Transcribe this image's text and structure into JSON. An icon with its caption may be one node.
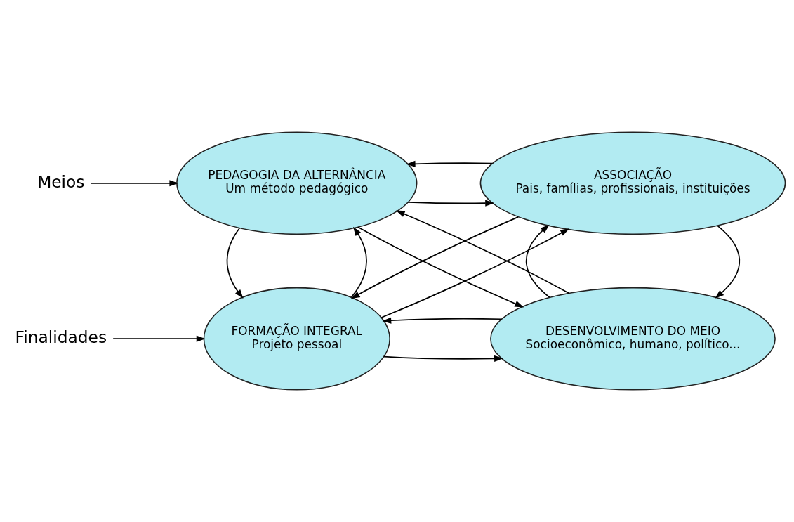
{
  "diagram": {
    "nodes": [
      {
        "text": [
          "Finalidades"
        ]
      },
      {
        "text": [
          "FORMAÇÃO INTEGRAL",
          "Projeto pessoal"
        ]
      },
      {
        "text": [
          "DESENVOLVIMENTO DO MEIO",
          "Socioeconômico, humano, político..."
        ]
      },
      {
        "text": [
          "Meios"
        ]
      },
      {
        "text": [
          "PEDAGOGIA DA ALTERNÂNCIA",
          "Um método pedagógico"
        ]
      },
      {
        "text": [
          "ASSOCIAÇÃO",
          "Pais, famílias, profissionais, instituições"
        ]
      }
    ],
    "edges": [
      {
        "from": 0,
        "to": 1,
        "arrow": "to"
      },
      {
        "from": 1,
        "to": 2,
        "arrow": "to"
      },
      {
        "from": 2,
        "to": 1,
        "arrow": "to"
      },
      {
        "from": 1,
        "to": 4,
        "arrow": "to"
      },
      {
        "from": 4,
        "to": 1,
        "arrow": "to"
      },
      {
        "from": 1,
        "to": 5,
        "arrow": "to"
      },
      {
        "from": 5,
        "to": 1,
        "arrow": "to"
      },
      {
        "from": 4,
        "to": 2,
        "arrow": "to"
      },
      {
        "from": 2,
        "to": 4,
        "arrow": "to"
      },
      {
        "from": 5,
        "to": 2,
        "arrow": "to"
      },
      {
        "from": 2,
        "to": 5,
        "arrow": "to"
      },
      {
        "from": 3,
        "to": 4,
        "arrow": "to"
      },
      {
        "from": 4,
        "to": 5,
        "arrow": "to"
      },
      {
        "from": 5,
        "to": 4,
        "arrow": "to"
      }
    ]
  }
}
